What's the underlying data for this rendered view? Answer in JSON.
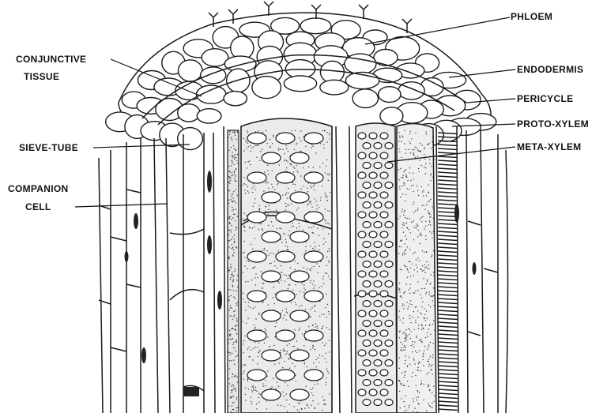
{
  "labels": {
    "phloem": "PHLOEM",
    "endodermis": "ENDODERMIS",
    "pericycle": "PERICYCLE",
    "proto_xylem": "PROTO-XYLEM",
    "meta_xylem": "META-XYLEM",
    "conjunctive_tissue_line1": "CONJUNCTIVE",
    "conjunctive_tissue_line2": "TISSUE",
    "sieve_tube": "SIEVE-TUBE",
    "companion_cell_line1": "COMPANION",
    "companion_cell_line2": "CELL"
  },
  "colors": {
    "ink": "#1a1a1a",
    "paper": "#ffffff"
  }
}
